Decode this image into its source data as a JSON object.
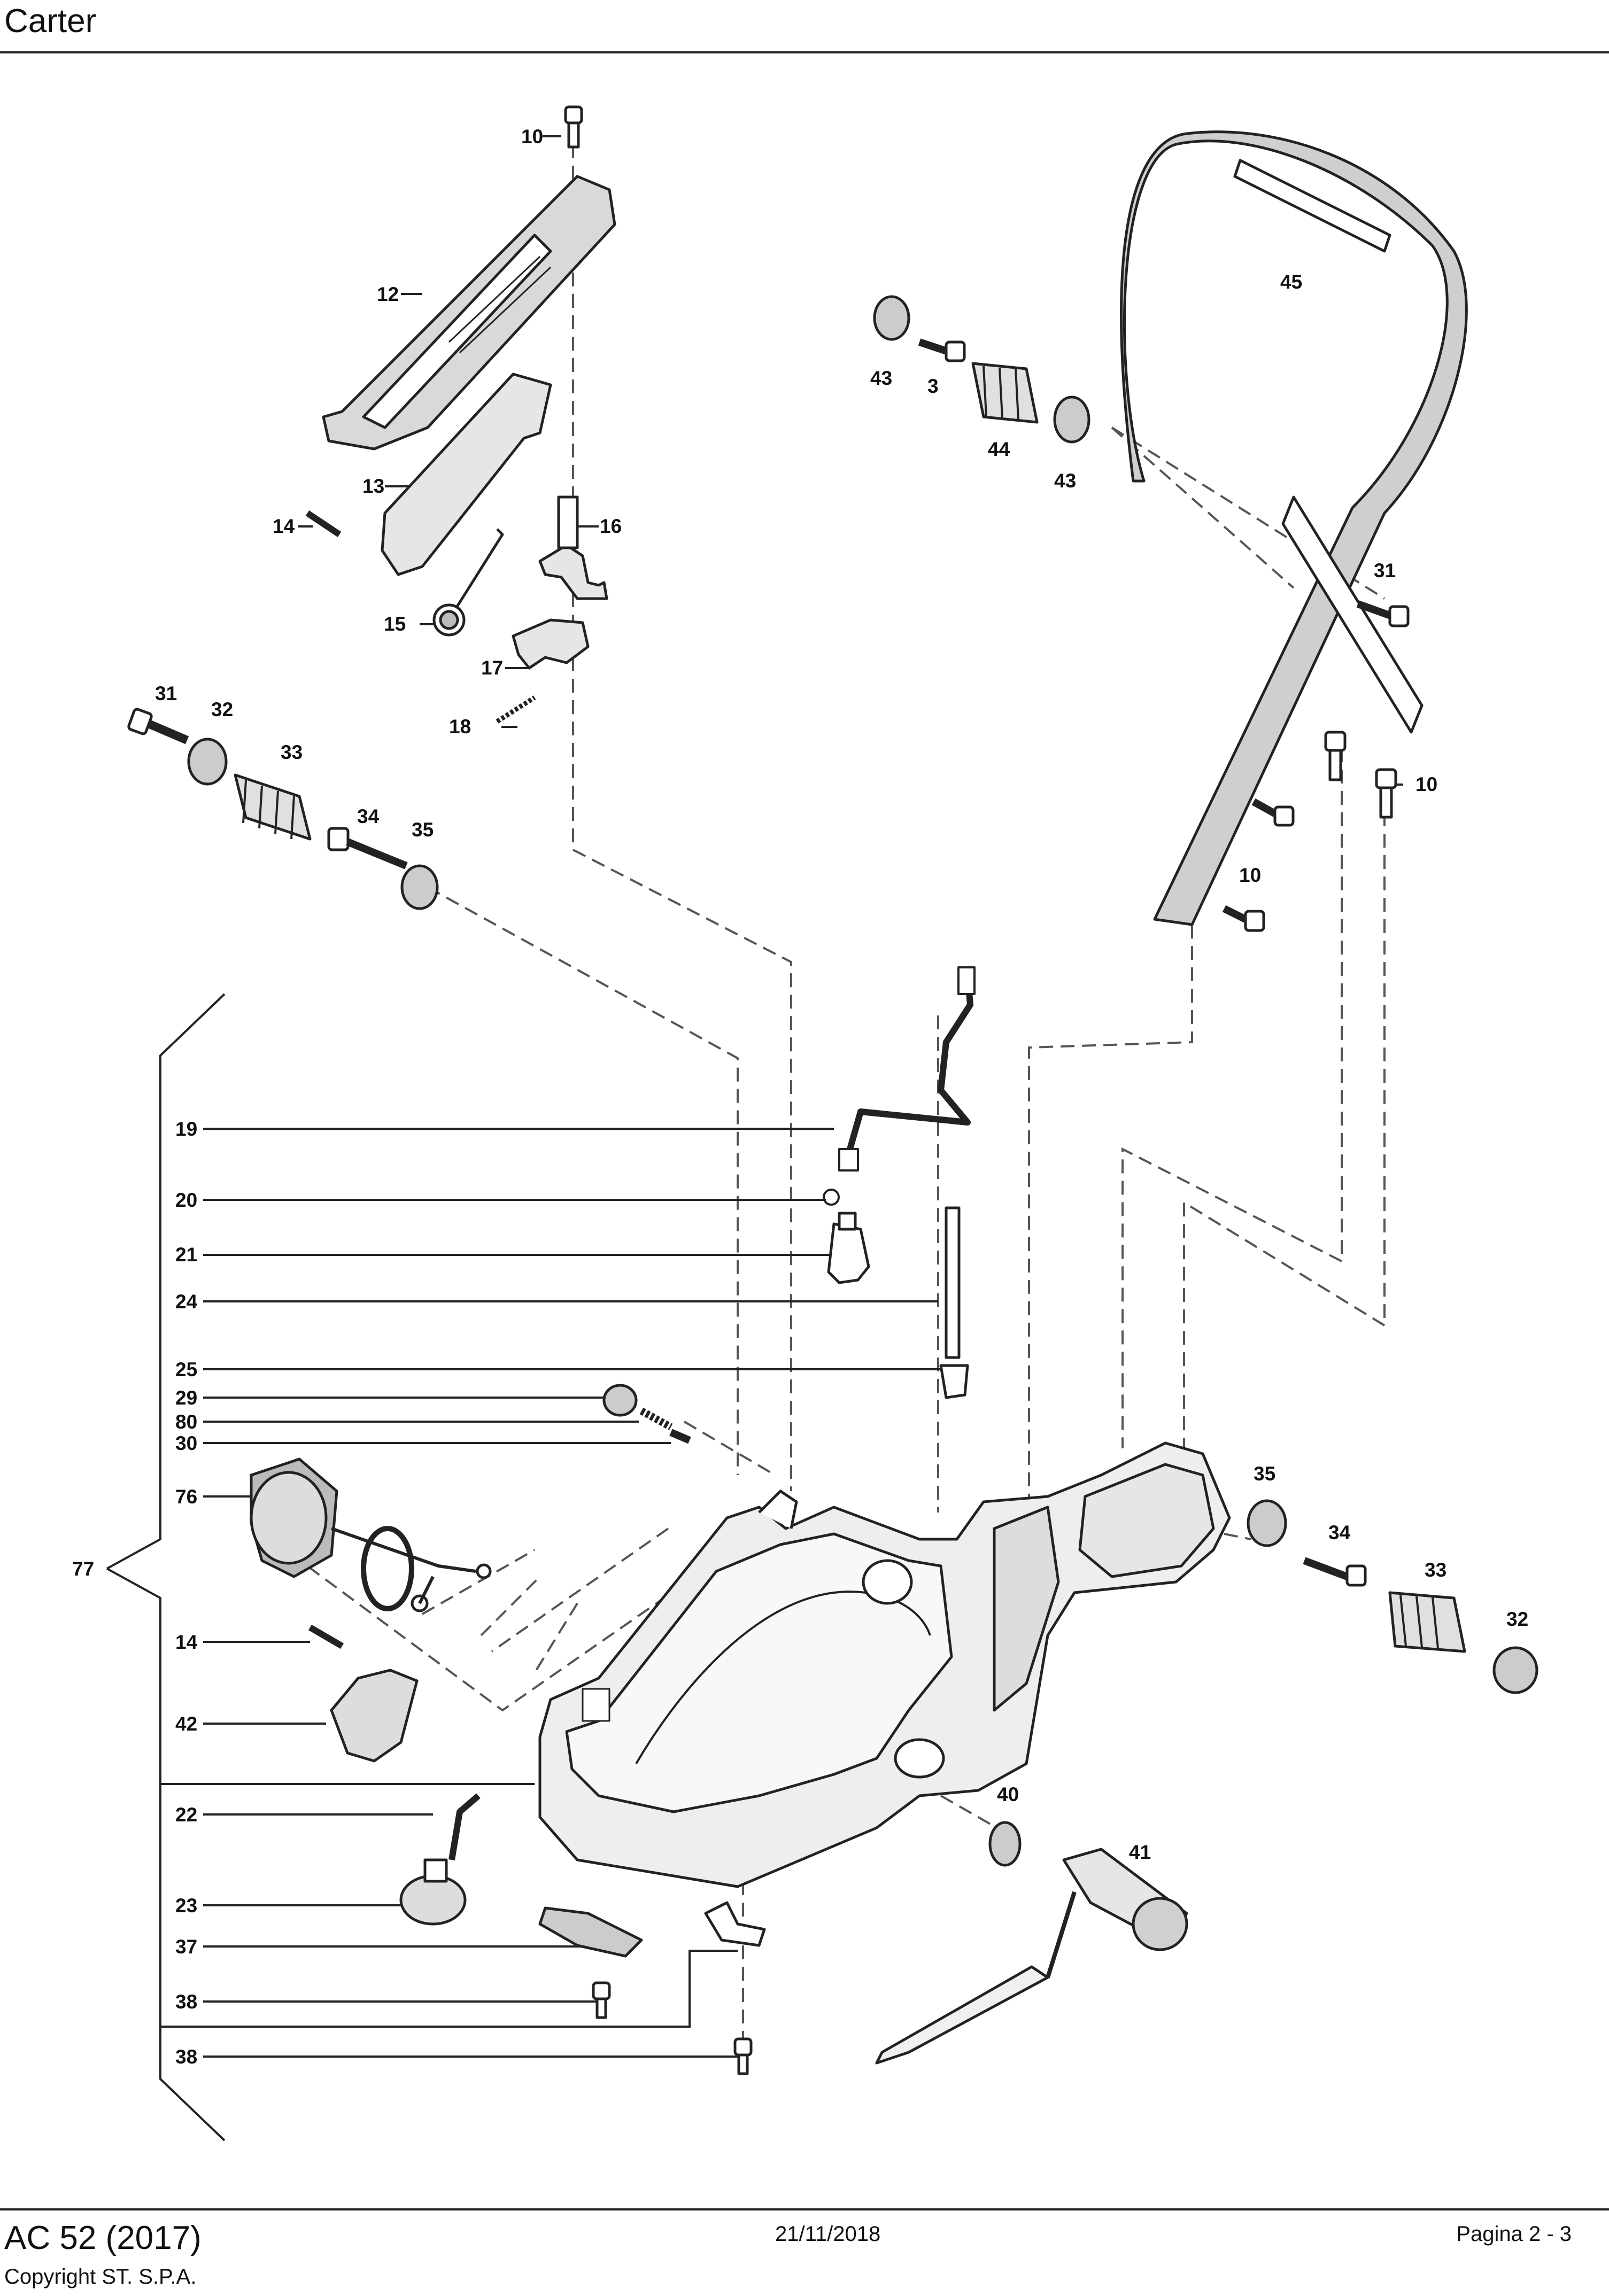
{
  "header": {
    "title": "Carter"
  },
  "callouts": {
    "p10a": "10",
    "p12": "12",
    "p13": "13",
    "p14a": "14",
    "p15": "15",
    "p16": "16",
    "p17": "17",
    "p18": "18",
    "p31a": "31",
    "p32a": "32",
    "p33a": "33",
    "p34a": "34",
    "p35a": "35",
    "p43a": "43",
    "p3": "3",
    "p44": "44",
    "p43b": "43",
    "p45": "45",
    "p31b": "31",
    "p10b": "10",
    "p10c": "10",
    "p19": "19",
    "p20": "20",
    "p21": "21",
    "p24": "24",
    "p25": "25",
    "p29": "29",
    "p80": "80",
    "p30": "30",
    "p76": "76",
    "p77": "77",
    "p14b": "14",
    "p42": "42",
    "p22": "22",
    "p23": "23",
    "p37": "37",
    "p38a": "38",
    "p38b": "38",
    "p35b": "35",
    "p34b": "34",
    "p33b": "33",
    "p32b": "32",
    "p40": "40",
    "p41": "41"
  },
  "footer": {
    "model": "AC 52 (2017)",
    "copyright": "Copyright ST. S.P.A.",
    "date": "21/11/2018",
    "page": "Pagina 2 - 3"
  }
}
